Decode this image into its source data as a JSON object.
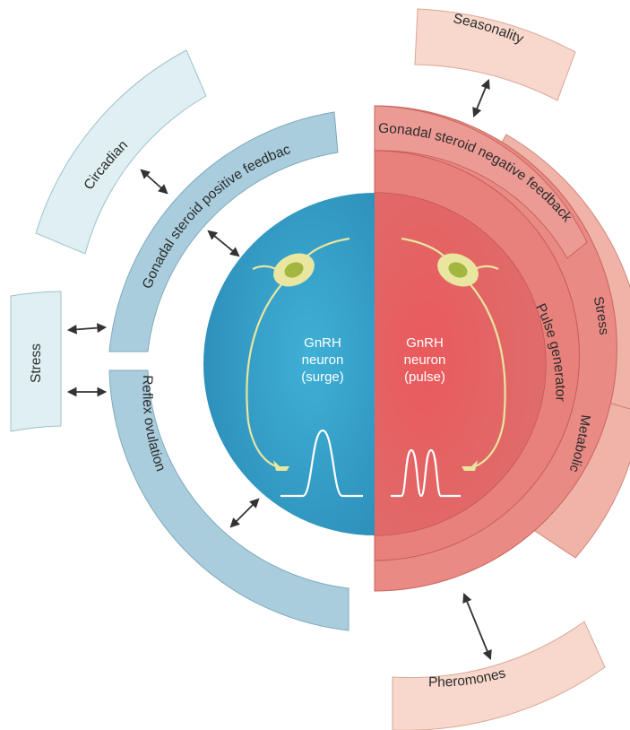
{
  "labels": {
    "seasonality": "Seasonality",
    "circadian": "Circadian",
    "gonadal_positive": "Gonadal steroid positive feedback",
    "gonadal_negative": "Gonadal steroid negative feedback",
    "stress_left": "Stress",
    "stress_right": "Stress",
    "reflex_ovulation": "Reflex ovulation",
    "pulse_generator": "Pulse generator",
    "metabolic": "Metabolic",
    "pheromones": "Pheromones"
  },
  "neurons": {
    "surge": {
      "line1": "GnRH",
      "line2": "neuron",
      "line3": "(surge)"
    },
    "pulse": {
      "line1": "GnRH",
      "line2": "neuron",
      "line3": "(pulse)"
    }
  },
  "colors": {
    "blue_core": "#3aa3cc",
    "blue_ring": "#a9cddd",
    "blue_outer": "#dfeff2",
    "red_core": "#e86567",
    "red_ring": "#eb8d88",
    "red_outer": "#f6d2c6",
    "neuron_body": "#e9e6a0",
    "neuron_nucleus": "#a3b640"
  }
}
